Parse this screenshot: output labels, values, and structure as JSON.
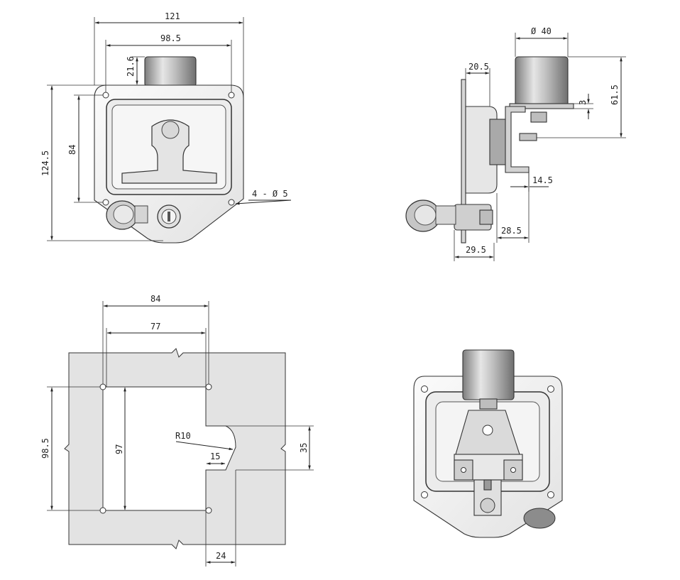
{
  "views": {
    "front": {
      "overall_width": "121",
      "hole_spacing_width": "98.5",
      "cap_height": "21.6",
      "overall_height": "124.5",
      "hole_spacing_height": "84",
      "hole_note": "4 - Ø 5"
    },
    "side": {
      "cap_diameter": "Ø 40",
      "flange_depth": "20.5",
      "total_height": "61.5",
      "thickness": "3",
      "stud_offset": "14.5",
      "body_depth": "28.5",
      "lock_depth": "29.5"
    },
    "cutout": {
      "width_outer": "84",
      "width_inner": "77",
      "height_outer": "98.5",
      "height_inner": "97",
      "radius": "R10",
      "notch_height": "35",
      "notch_width": "15",
      "bottom_width": "24"
    }
  },
  "colors": {
    "line": "#222222",
    "panel": "#e3e3e3",
    "metal_light": "#f2f2f2",
    "metal_mid": "#cfcfcf",
    "metal_dark": "#8a8a8a"
  }
}
